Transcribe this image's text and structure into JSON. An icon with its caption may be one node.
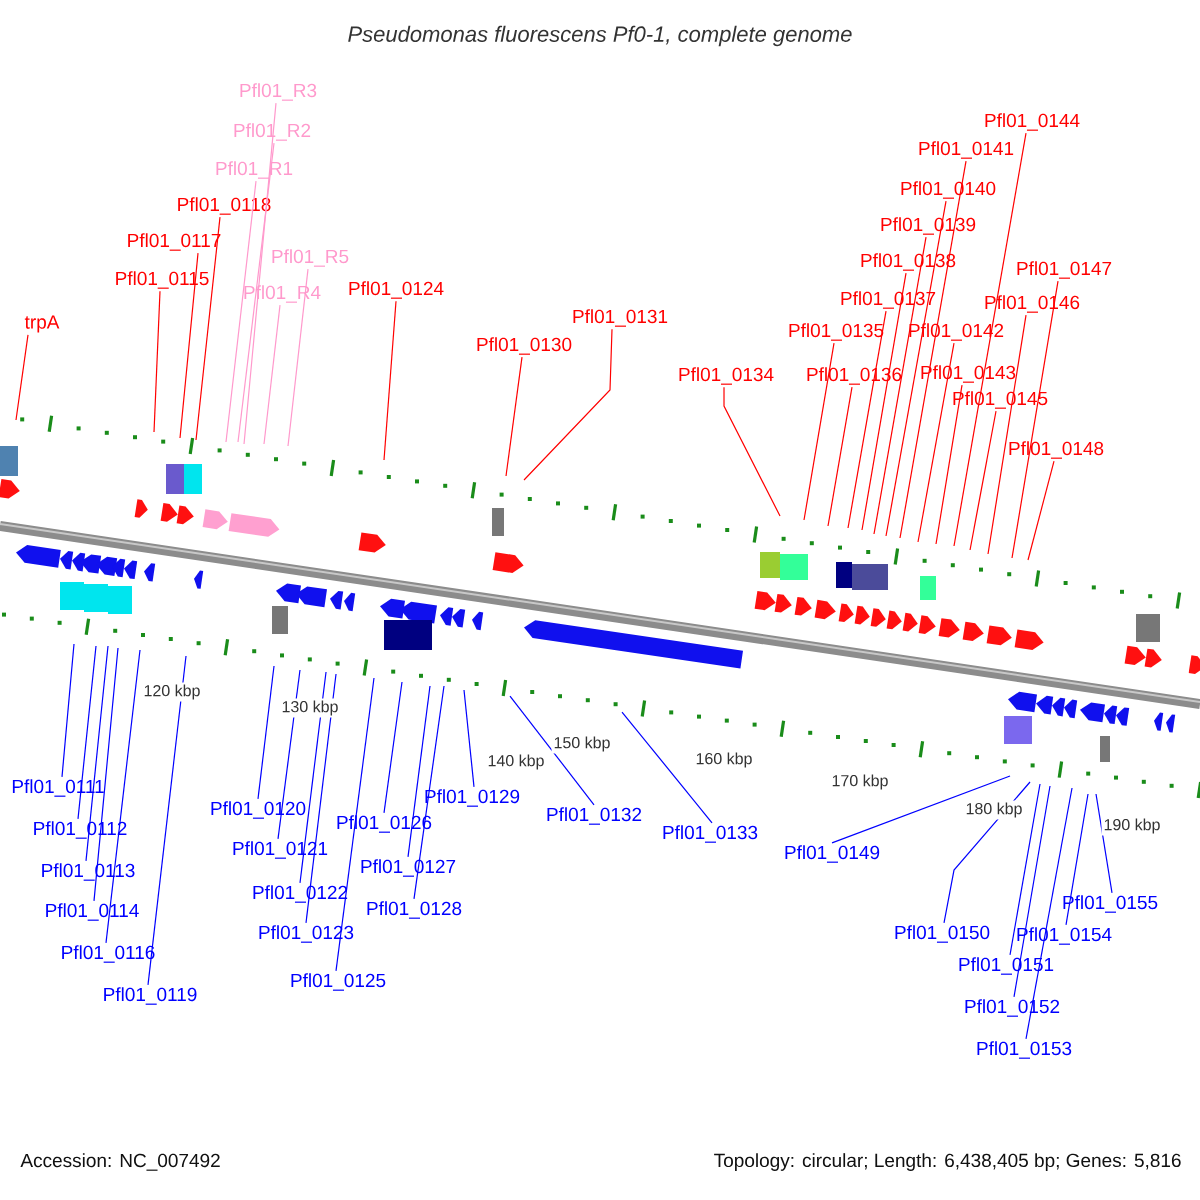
{
  "diagram": {
    "title": "Pseudomonas fluorescens Pf0-1, complete genome",
    "nodes": [
      {
        "text": [
          "trpA"
        ]
      },
      {
        "text": [
          "Pfl01_0115"
        ]
      },
      {
        "text": [
          "Pfl01_0117"
        ]
      },
      {
        "text": [
          "Pfl01_0118"
        ]
      },
      {
        "text": [
          "Pfl01_R1"
        ]
      },
      {
        "text": [
          "Pfl01_R2"
        ]
      },
      {
        "text": [
          "Pfl01_R3"
        ]
      },
      {
        "text": [
          "Pfl01_R4"
        ]
      },
      {
        "text": [
          "Pfl01_R5"
        ]
      },
      {
        "text": [
          "Pfl01_0124"
        ]
      },
      {
        "text": [
          "Pfl01_0130"
        ]
      },
      {
        "text": [
          "Pfl01_0131"
        ]
      },
      {
        "text": [
          "Pfl01_0134"
        ]
      },
      {
        "text": [
          "Pfl01_0135"
        ]
      },
      {
        "text": [
          "Pfl01_0136"
        ]
      },
      {
        "text": [
          "Pfl01_0137"
        ]
      },
      {
        "text": [
          "Pfl01_0138"
        ]
      },
      {
        "text": [
          "Pfl01_0139"
        ]
      },
      {
        "text": [
          "Pfl01_0140"
        ]
      },
      {
        "text": [
          "Pfl01_0141"
        ]
      },
      {
        "text": [
          "Pfl01_0142"
        ]
      },
      {
        "text": [
          "Pfl01_0143"
        ]
      },
      {
        "text": [
          "Pfl01_0144"
        ]
      },
      {
        "text": [
          "Pfl01_0145"
        ]
      },
      {
        "text": [
          "Pfl01_0146"
        ]
      },
      {
        "text": [
          "Pfl01_0147"
        ]
      },
      {
        "text": [
          "Pfl01_0148"
        ]
      },
      {
        "text": [
          "Pfl01_0111"
        ]
      },
      {
        "text": [
          "Pfl01_0112"
        ]
      },
      {
        "text": [
          "Pfl01_0113"
        ]
      },
      {
        "text": [
          "Pfl01_0114"
        ]
      },
      {
        "text": [
          "Pfl01_0116"
        ]
      },
      {
        "text": [
          "Pfl01_0119"
        ]
      },
      {
        "text": [
          "Pfl01_0120"
        ]
      },
      {
        "text": [
          "Pfl01_0121"
        ]
      },
      {
        "text": [
          "Pfl01_0122"
        ]
      },
      {
        "text": [
          "Pfl01_0123"
        ]
      },
      {
        "text": [
          "Pfl01_0125"
        ]
      },
      {
        "text": [
          "Pfl01_0126"
        ]
      },
      {
        "text": [
          "Pfl01_0127"
        ]
      },
      {
        "text": [
          "Pfl01_0128"
        ]
      },
      {
        "text": [
          "Pfl01_0129"
        ]
      },
      {
        "text": [
          "Pfl01_0132"
        ]
      },
      {
        "text": [
          "Pfl01_0133"
        ]
      },
      {
        "text": [
          "Pfl01_0149"
        ]
      },
      {
        "text": [
          "Pfl01_0150"
        ]
      },
      {
        "text": [
          "Pfl01_0151"
        ]
      },
      {
        "text": [
          "Pfl01_0152"
        ]
      },
      {
        "text": [
          "Pfl01_0153"
        ]
      },
      {
        "text": [
          "Pfl01_0154"
        ]
      },
      {
        "text": [
          "Pfl01_0155"
        ]
      }
    ],
    "edges": [
      {
        "from": 0,
        "to": null,
        "arrow": "none",
        "color": "#ff0000"
      },
      {
        "from": 1,
        "to": null,
        "arrow": "none",
        "color": "#ff0000"
      },
      {
        "from": 2,
        "to": null,
        "arrow": "none",
        "color": "#ff0000"
      },
      {
        "from": 3,
        "to": null,
        "arrow": "none",
        "color": "#ff0000"
      },
      {
        "from": 4,
        "to": null,
        "arrow": "none",
        "color": "#ff99cc"
      },
      {
        "from": 5,
        "to": null,
        "arrow": "none",
        "color": "#ff99cc"
      },
      {
        "from": 6,
        "to": null,
        "arrow": "none",
        "color": "#ff99cc"
      },
      {
        "from": 7,
        "to": null,
        "arrow": "none",
        "color": "#ff99cc"
      },
      {
        "from": 8,
        "to": null,
        "arrow": "none",
        "color": "#ff99cc"
      },
      {
        "from": 9,
        "to": null,
        "arrow": "none",
        "color": "#ff0000"
      },
      {
        "from": 10,
        "to": null,
        "arrow": "none",
        "color": "#ff0000"
      },
      {
        "from": 11,
        "to": null,
        "arrow": "none",
        "color": "#ff0000"
      },
      {
        "from": 12,
        "to": null,
        "arrow": "none",
        "color": "#ff0000"
      },
      {
        "from": 13,
        "to": null,
        "arrow": "none",
        "color": "#ff0000"
      },
      {
        "from": 14,
        "to": null,
        "arrow": "none",
        "color": "#ff0000"
      },
      {
        "from": 15,
        "to": null,
        "arrow": "none",
        "color": "#ff0000"
      },
      {
        "from": 16,
        "to": null,
        "arrow": "none",
        "color": "#ff0000"
      },
      {
        "from": 17,
        "to": null,
        "arrow": "none",
        "color": "#ff0000"
      },
      {
        "from": 18,
        "to": null,
        "arrow": "none",
        "color": "#ff0000"
      },
      {
        "from": 19,
        "to": null,
        "arrow": "none",
        "color": "#ff0000"
      },
      {
        "from": 20,
        "to": null,
        "arrow": "none",
        "color": "#ff0000"
      },
      {
        "from": 21,
        "to": null,
        "arrow": "none",
        "color": "#ff0000"
      },
      {
        "from": 22,
        "to": null,
        "arrow": "none",
        "color": "#ff0000"
      },
      {
        "from": 23,
        "to": null,
        "arrow": "none",
        "color": "#ff0000"
      },
      {
        "from": 24,
        "to": null,
        "arrow": "none",
        "color": "#ff0000"
      },
      {
        "from": 25,
        "to": null,
        "arrow": "none",
        "color": "#ff0000"
      },
      {
        "from": 26,
        "to": null,
        "arrow": "none",
        "color": "#ff0000"
      },
      {
        "from": 27,
        "to": null,
        "arrow": "none"
      },
      {
        "from": 28,
        "to": null,
        "arrow": "none"
      },
      {
        "from": 29,
        "to": null,
        "arrow": "none"
      },
      {
        "from": 30,
        "to": null,
        "arrow": "none"
      },
      {
        "from": 31,
        "to": null,
        "arrow": "none"
      },
      {
        "from": 32,
        "to": null,
        "arrow": "none"
      },
      {
        "from": 33,
        "to": null,
        "arrow": "none"
      },
      {
        "from": 34,
        "to": null,
        "arrow": "none"
      },
      {
        "from": 35,
        "to": null,
        "arrow": "none"
      },
      {
        "from": 36,
        "to": null,
        "arrow": "none"
      },
      {
        "from": 37,
        "to": null,
        "arrow": "none"
      },
      {
        "from": 38,
        "to": null,
        "arrow": "none"
      },
      {
        "from": 39,
        "to": null,
        "arrow": "none"
      },
      {
        "from": 40,
        "to": null,
        "arrow": "none"
      },
      {
        "from": 41,
        "to": null,
        "arrow": "none"
      },
      {
        "from": 42,
        "to": null,
        "arrow": "none"
      },
      {
        "from": 43,
        "to": null,
        "arrow": "none"
      },
      {
        "from": 44,
        "to": null,
        "arrow": "none"
      },
      {
        "from": 45,
        "to": null,
        "arrow": "none"
      },
      {
        "from": 46,
        "to": null,
        "arrow": "none"
      },
      {
        "from": 47,
        "to": null,
        "arrow": "none"
      },
      {
        "from": 48,
        "to": null,
        "arrow": "none"
      },
      {
        "from": 49,
        "to": null,
        "arrow": "none"
      },
      {
        "from": 50,
        "to": null,
        "arrow": "none"
      }
    ],
    "labels": [
      "120 kbp",
      "130 kbp",
      "140 kbp",
      "150 kbp",
      "160 kbp",
      "170 kbp",
      "180 kbp",
      "190 kbp",
      "Accession: NC_007492",
      "Topology: circular; Length: 6,438,405 bp; Genes: 5,816"
    ]
  }
}
